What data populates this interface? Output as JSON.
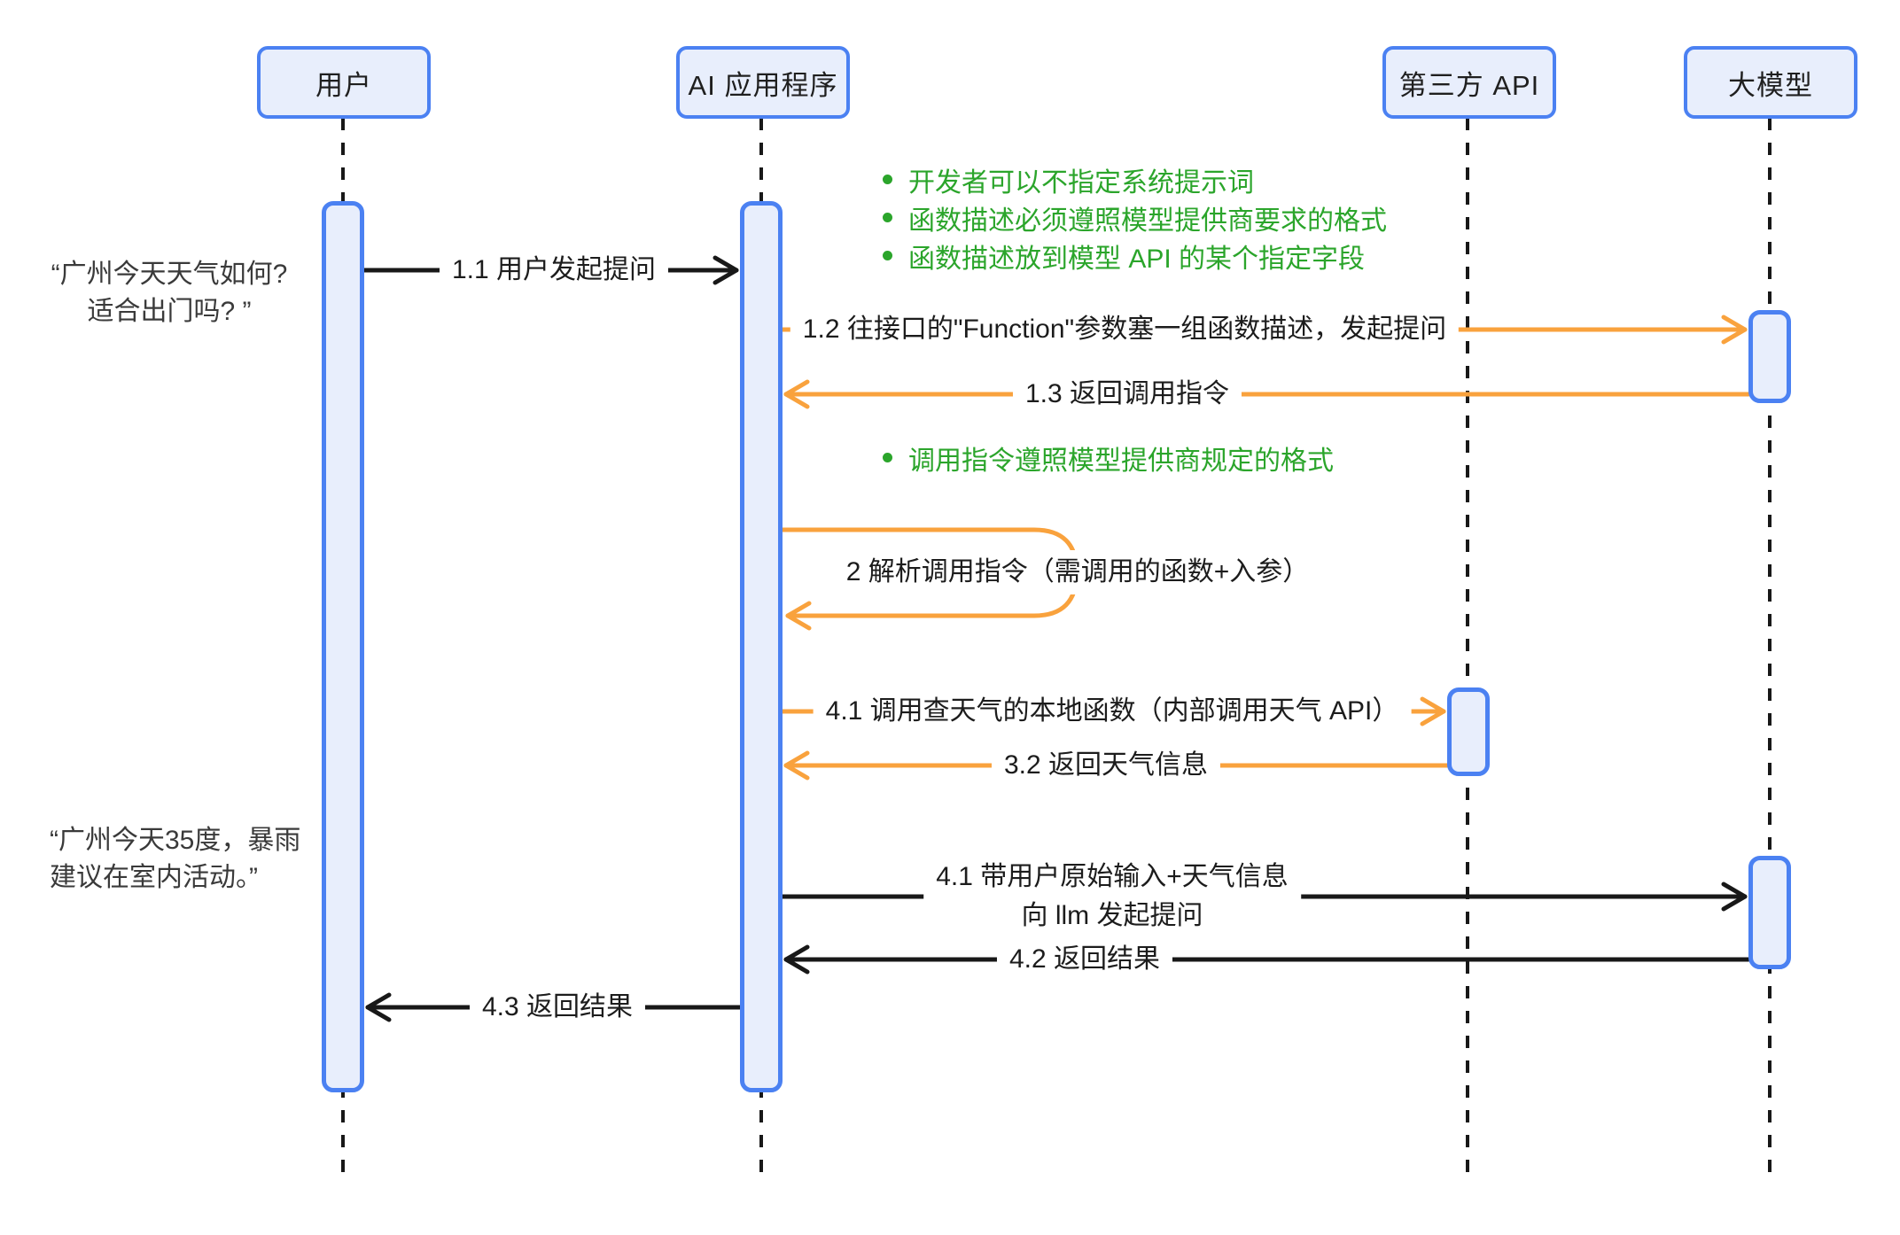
{
  "colors": {
    "blue_border": "#4B81F2",
    "blue_fill": "#E8EEFC",
    "orange": "#F9A23D",
    "green": "#2BA52B",
    "line_black": "#181818"
  },
  "actors": [
    {
      "label": "用户"
    },
    {
      "label": "AI 应用程序"
    },
    {
      "label": "第三方 API"
    },
    {
      "label": "大模型"
    }
  ],
  "messages": {
    "m11": "1.1 用户发起提问",
    "m12": "1.2 往接口的\"Function\"参数塞一组函数描述，发起提问",
    "m13": "1.3 返回调用指令",
    "m2_self": "2 解析调用指令（需调用的函数+入参）",
    "m41_local": "4.1 调用查天气的本地函数（内部调用天气 API）",
    "m32": "3.2 返回天气信息",
    "m41_llm_line1": "4.1 带用户原始输入+天气信息",
    "m41_llm_line2": "向 llm 发起提问",
    "m42": "4.2 返回结果",
    "m43": "4.3 返回结果"
  },
  "notes": {
    "top_bullets": [
      "开发者可以不指定系统提示词",
      "函数描述必须遵照模型提供商要求的格式",
      "函数描述放到模型 API 的某个指定字段"
    ],
    "mid_bullet": "调用指令遵照模型提供商规定的格式"
  },
  "quotes": {
    "q1_line1": "“广州今天天气如何?",
    "q1_line2": "适合出门吗? ”",
    "q2_line1": "“广州今天35度，暴雨",
    "q2_line2": "建议在室内活动。”"
  }
}
